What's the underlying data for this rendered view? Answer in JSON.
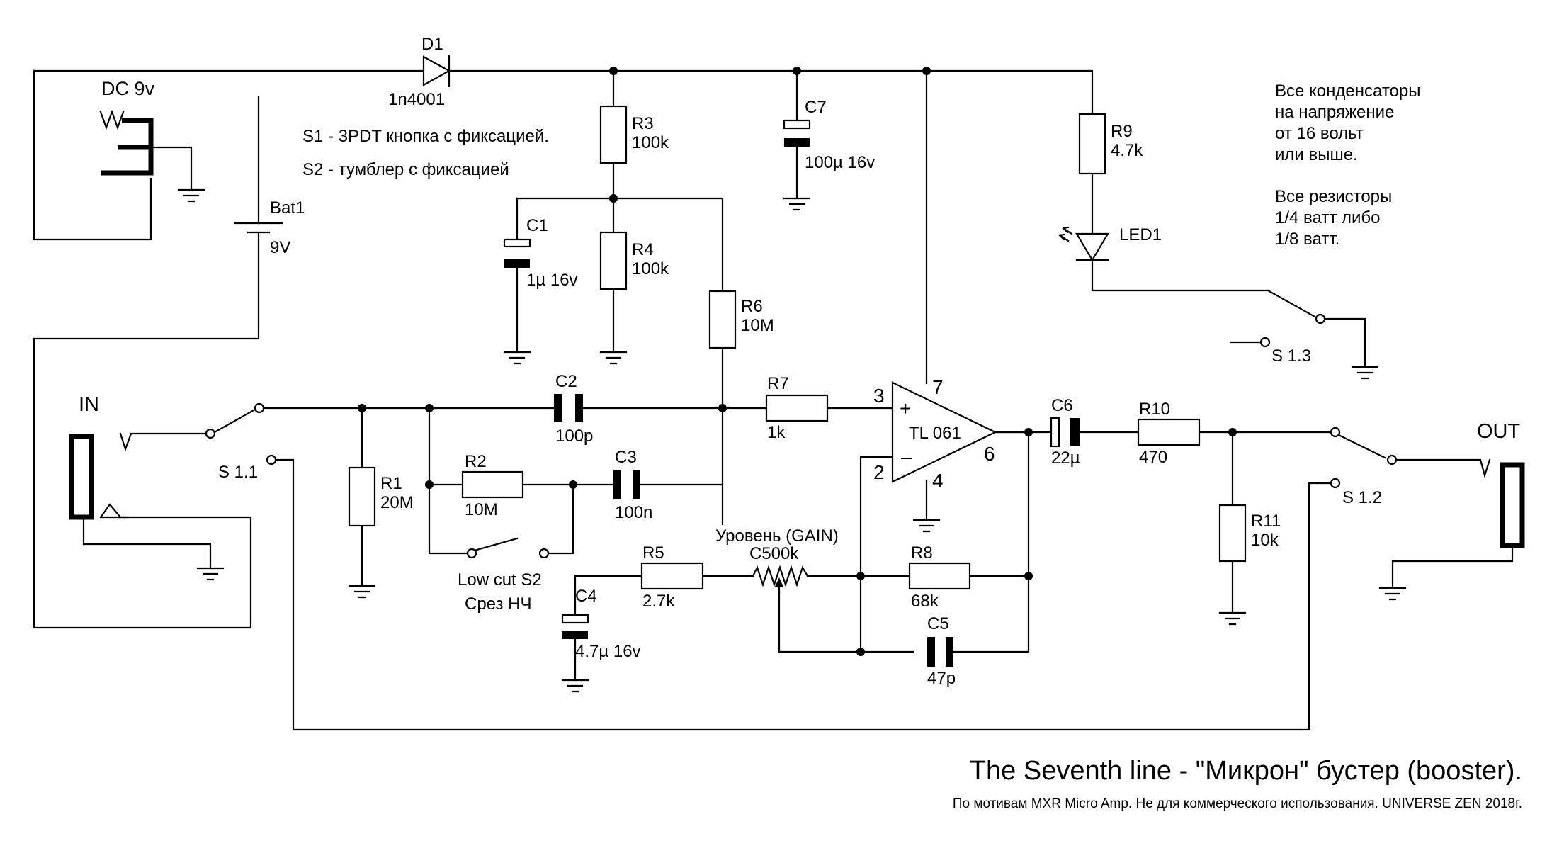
{
  "power": {
    "dc_jack": "DC 9v",
    "battery": "Bat1",
    "battery_value": "9V"
  },
  "parts": {
    "d1": {
      "ref": "D1",
      "value": "1n4001"
    },
    "r1": {
      "ref": "R1",
      "value": "20M"
    },
    "r2": {
      "ref": "R2",
      "value": "10M"
    },
    "r3": {
      "ref": "R3",
      "value": "100k"
    },
    "r4": {
      "ref": "R4",
      "value": "100k"
    },
    "r5": {
      "ref": "R5",
      "value": "2.7k"
    },
    "r6": {
      "ref": "R6",
      "value": "10M"
    },
    "r7": {
      "ref": "R7",
      "value": "1k"
    },
    "r8": {
      "ref": "R8",
      "value": "68k"
    },
    "r9": {
      "ref": "R9",
      "value": "4.7k"
    },
    "r10": {
      "ref": "R10",
      "value": "470"
    },
    "r11": {
      "ref": "R11",
      "value": "10k"
    },
    "c1": {
      "ref": "C1",
      "value": "1µ 16v"
    },
    "c2": {
      "ref": "C2",
      "value": "100p"
    },
    "c3": {
      "ref": "C3",
      "value": "100n"
    },
    "c4": {
      "ref": "C4",
      "value": "4.7µ 16v"
    },
    "c5": {
      "ref": "C5",
      "value": "47p"
    },
    "c6": {
      "ref": "C6",
      "value": "22µ"
    },
    "c7": {
      "ref": "C7",
      "value": "100µ 16v"
    },
    "led": {
      "ref": "LED1"
    },
    "pot": {
      "ref": "C500k",
      "caption": "Уровень (GAIN)"
    },
    "opamp": {
      "name": "TL 061",
      "pin_plus": "+",
      "pin_minus": "–",
      "pin3": "3",
      "pin2": "2",
      "pin7": "7",
      "pin4": "4",
      "pin6": "6"
    }
  },
  "switches": {
    "s11": "S 1.1",
    "s12": "S 1.2",
    "s13": "S 1.3",
    "s2_line1": "Low cut S2",
    "s2_line2": "Срез НЧ"
  },
  "jacks": {
    "in": "IN",
    "out": "OUT"
  },
  "notes": {
    "s1": "S1 - 3PDT кнопка с фиксацией.",
    "s2": "S2 - тумблер с фиксацией",
    "caps": [
      "Все конденсаторы",
      "на напряжение",
      "от 16 вольт",
      "или выше."
    ],
    "res": [
      "Все резисторы",
      "1/4 ватт либо",
      "1/8 ватт."
    ]
  },
  "title": "The Seventh line - \"Микрон\" бустер (booster).",
  "subtitle": "По мотивам MXR Micro Amp. Не для коммерческого использования. UNIVERSE ZEN 2018г."
}
